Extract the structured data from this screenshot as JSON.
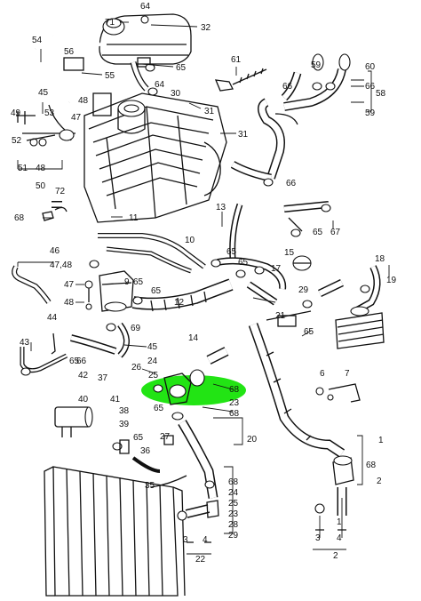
{
  "highlight_color": "#22e414",
  "labels": [
    {
      "id": "l71a",
      "text": "71"
    },
    {
      "id": "l64a",
      "text": "64"
    },
    {
      "id": "l32",
      "text": "32"
    },
    {
      "id": "l54",
      "text": "54"
    },
    {
      "id": "l65a",
      "text": "65"
    },
    {
      "id": "l56",
      "text": "56"
    },
    {
      "id": "l55",
      "text": "55"
    },
    {
      "id": "l61",
      "text": "61"
    },
    {
      "id": "l59a",
      "text": "59"
    },
    {
      "id": "l60",
      "text": "60"
    },
    {
      "id": "l66a",
      "text": "66"
    },
    {
      "id": "l66b",
      "text": "66"
    },
    {
      "id": "l58",
      "text": "58"
    },
    {
      "id": "l59b",
      "text": "59"
    },
    {
      "id": "l64b",
      "text": "64"
    },
    {
      "id": "l45a",
      "text": "45"
    },
    {
      "id": "l48a",
      "text": "48"
    },
    {
      "id": "l30",
      "text": "30"
    },
    {
      "id": "l31a",
      "text": "31"
    },
    {
      "id": "l49",
      "text": "49"
    },
    {
      "id": "l53",
      "text": "53"
    },
    {
      "id": "l47a",
      "text": "47"
    },
    {
      "id": "l52",
      "text": "52"
    },
    {
      "id": "l31b",
      "text": "31"
    },
    {
      "id": "l51",
      "text": "51"
    },
    {
      "id": "l48b",
      "text": "48"
    },
    {
      "id": "l50",
      "text": "50"
    },
    {
      "id": "l66c",
      "text": "66"
    },
    {
      "id": "l72",
      "text": "72"
    },
    {
      "id": "l68a",
      "text": "68"
    },
    {
      "id": "l11",
      "text": "11"
    },
    {
      "id": "l13",
      "text": "13"
    },
    {
      "id": "l65b",
      "text": "65"
    },
    {
      "id": "l67",
      "text": "67"
    },
    {
      "id": "l46",
      "text": "46"
    },
    {
      "id": "l4748",
      "text": "47,48"
    },
    {
      "id": "l10",
      "text": "10"
    },
    {
      "id": "l65c",
      "text": "65"
    },
    {
      "id": "l18",
      "text": "18"
    },
    {
      "id": "l15",
      "text": "15"
    },
    {
      "id": "l65d",
      "text": "65"
    },
    {
      "id": "l17",
      "text": "17"
    },
    {
      "id": "l19",
      "text": "19"
    },
    {
      "id": "l9",
      "text": "9"
    },
    {
      "id": "l47b",
      "text": "47"
    },
    {
      "id": "l48c",
      "text": "48"
    },
    {
      "id": "l65e",
      "text": "65"
    },
    {
      "id": "l29",
      "text": "29"
    },
    {
      "id": "l65f",
      "text": "65"
    },
    {
      "id": "l12",
      "text": "12"
    },
    {
      "id": "l44",
      "text": "44"
    },
    {
      "id": "l21",
      "text": "21"
    },
    {
      "id": "l65g",
      "text": "65"
    },
    {
      "id": "l14",
      "text": "14"
    },
    {
      "id": "l69",
      "text": "69"
    },
    {
      "id": "l43",
      "text": "43"
    },
    {
      "id": "l45b",
      "text": "45"
    },
    {
      "id": "l65h",
      "text": "65"
    },
    {
      "id": "l24",
      "text": "24"
    },
    {
      "id": "l26",
      "text": "26"
    },
    {
      "id": "l25a",
      "text": "25"
    },
    {
      "id": "l68b",
      "text": "68"
    },
    {
      "id": "l23a",
      "text": "23"
    },
    {
      "id": "l68c",
      "text": "68"
    },
    {
      "id": "l65i",
      "text": "65"
    },
    {
      "id": "l27",
      "text": "27"
    },
    {
      "id": "l66d",
      "text": "66"
    },
    {
      "id": "l42",
      "text": "42"
    },
    {
      "id": "l37",
      "text": "37"
    },
    {
      "id": "l40",
      "text": "40"
    },
    {
      "id": "l41",
      "text": "41"
    },
    {
      "id": "l6",
      "text": "6"
    },
    {
      "id": "l7",
      "text": "7"
    },
    {
      "id": "l38",
      "text": "38"
    },
    {
      "id": "l39",
      "text": "39"
    },
    {
      "id": "l65j",
      "text": "65"
    },
    {
      "id": "l20",
      "text": "20"
    },
    {
      "id": "l36",
      "text": "36"
    },
    {
      "id": "l1a",
      "text": "1"
    },
    {
      "id": "l68d",
      "text": "68"
    },
    {
      "id": "l2a",
      "text": "2"
    },
    {
      "id": "l35",
      "text": "35"
    },
    {
      "id": "l68e",
      "text": "68"
    },
    {
      "id": "l24b",
      "text": "24"
    },
    {
      "id": "l25b",
      "text": "25"
    },
    {
      "id": "l23b",
      "text": "23"
    },
    {
      "id": "l28",
      "text": "28"
    },
    {
      "id": "l29b",
      "text": "29"
    },
    {
      "id": "l3a",
      "text": "3"
    },
    {
      "id": "l4a",
      "text": "4"
    },
    {
      "id": "l22",
      "text": "22"
    },
    {
      "id": "l3b",
      "text": "3"
    },
    {
      "id": "l4b",
      "text": "4"
    },
    {
      "id": "l2b",
      "text": "2"
    },
    {
      "id": "l1b",
      "text": "1"
    }
  ]
}
